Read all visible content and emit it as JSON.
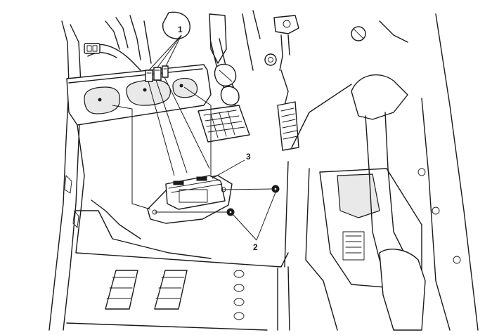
{
  "diagram": {
    "callouts": [
      {
        "id": "callout-1",
        "text": "1"
      },
      {
        "id": "callout-2",
        "text": "2"
      },
      {
        "id": "callout-3",
        "text": "3"
      }
    ]
  },
  "colors": {
    "line": "#1a1a1a",
    "background": "#ffffff",
    "shade": "#e9e9e9"
  }
}
